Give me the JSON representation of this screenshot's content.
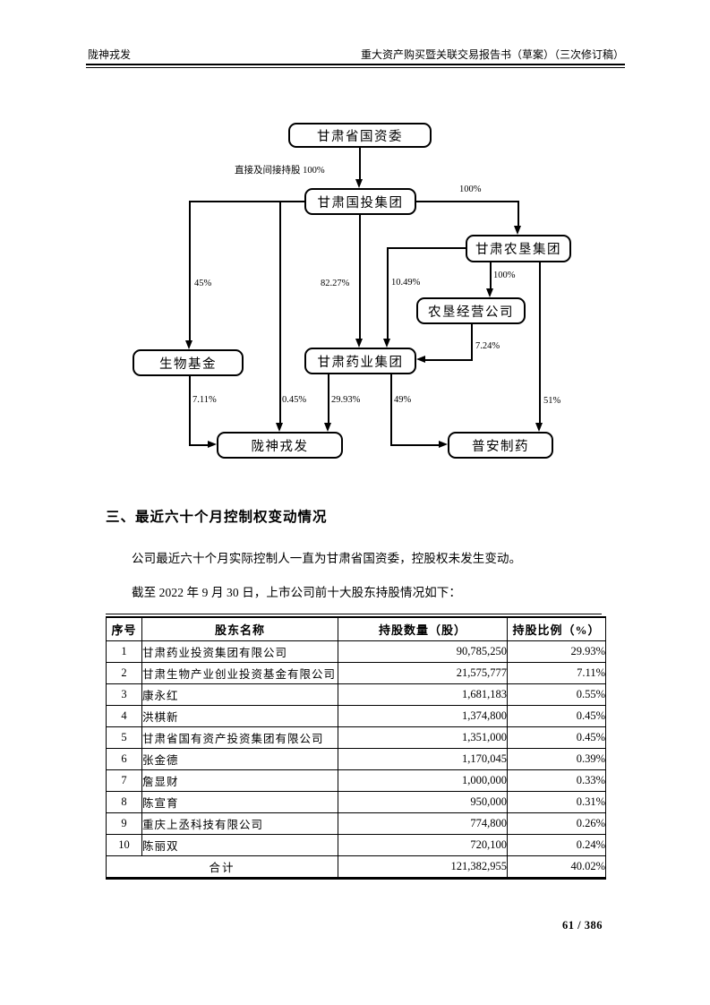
{
  "header": {
    "left": "陇神戎发",
    "right": "重大资产购买暨关联交易报告书（草案）（三次修订稿）"
  },
  "diagram": {
    "nodes": {
      "gansu_sasac": "甘肃省国资委",
      "guotou": "甘肃国投集团",
      "nongken": "甘肃农垦集团",
      "nongken_jingying": "农垦经营公司",
      "shengwu_fund": "生物基金",
      "yaoye": "甘肃药业集团",
      "longshen": "陇神戎发",
      "puan": "普安制药"
    },
    "edge_labels": {
      "direct_indirect": "直接及间接持股 100%",
      "guotou_to_nongken": "100%",
      "guotou_to_shengwu": "45%",
      "guotou_to_yaoye": "82.27%",
      "nongken_to_yaoye": "10.49%",
      "nongken_to_jingying": "100%",
      "jingying_to_yaoye": "7.24%",
      "shengwu_to_longshen": "7.11%",
      "guotou_to_longshen": "0.45%",
      "yaoye_to_longshen": "29.93%",
      "yaoye_to_puan": "49%",
      "nongken_to_puan": "51%"
    }
  },
  "section": {
    "heading": "三、最近六十个月控制权变动情况",
    "para1": "公司最近六十个月实际控制人一直为甘肃省国资委，控股权未发生变动。",
    "para2": "截至 2022 年 9 月 30 日，上市公司前十大股东持股情况如下："
  },
  "table": {
    "headers": [
      "序号",
      "股东名称",
      "持股数量（股）",
      "持股比例（%）"
    ],
    "rows": [
      {
        "no": "1",
        "name": "甘肃药业投资集团有限公司",
        "shares": "90,785,250",
        "ratio": "29.93%"
      },
      {
        "no": "2",
        "name": "甘肃生物产业创业投资基金有限公司",
        "shares": "21,575,777",
        "ratio": "7.11%"
      },
      {
        "no": "3",
        "name": "康永红",
        "shares": "1,681,183",
        "ratio": "0.55%"
      },
      {
        "no": "4",
        "name": "洪棋新",
        "shares": "1,374,800",
        "ratio": "0.45%"
      },
      {
        "no": "5",
        "name": "甘肃省国有资产投资集团有限公司",
        "shares": "1,351,000",
        "ratio": "0.45%"
      },
      {
        "no": "6",
        "name": "张金德",
        "shares": "1,170,045",
        "ratio": "0.39%"
      },
      {
        "no": "7",
        "name": "詹显财",
        "shares": "1,000,000",
        "ratio": "0.33%"
      },
      {
        "no": "8",
        "name": "陈宣育",
        "shares": "950,000",
        "ratio": "0.31%"
      },
      {
        "no": "9",
        "name": "重庆上丞科技有限公司",
        "shares": "774,800",
        "ratio": "0.26%"
      },
      {
        "no": "10",
        "name": "陈丽双",
        "shares": "720,100",
        "ratio": "0.24%"
      }
    ],
    "total": {
      "label": "合计",
      "shares": "121,382,955",
      "ratio": "40.02%"
    }
  },
  "footer": {
    "page": "61 / 386"
  }
}
